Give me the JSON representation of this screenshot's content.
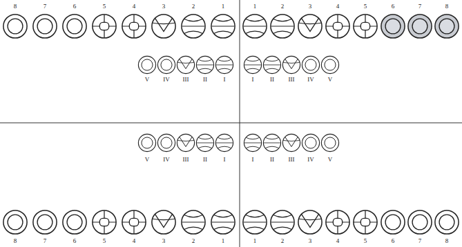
{
  "diagram": {
    "labels": [
      "8",
      "7",
      "6",
      "5",
      "4",
      "3",
      "2",
      "1",
      "1",
      "2",
      "3",
      "4",
      "5",
      "6",
      "7",
      "8",
      "V",
      "IV",
      "III",
      "II",
      "I",
      "I",
      "II",
      "III",
      "IV",
      "V",
      "V",
      "IV",
      "III",
      "II",
      "I",
      "I",
      "II",
      "III",
      "IV",
      "V",
      "8",
      "7",
      "6",
      "5",
      "4",
      "3",
      "2",
      "1",
      "1",
      "2",
      "3",
      "4",
      "5",
      "6",
      "7",
      "8"
    ]
  }
}
